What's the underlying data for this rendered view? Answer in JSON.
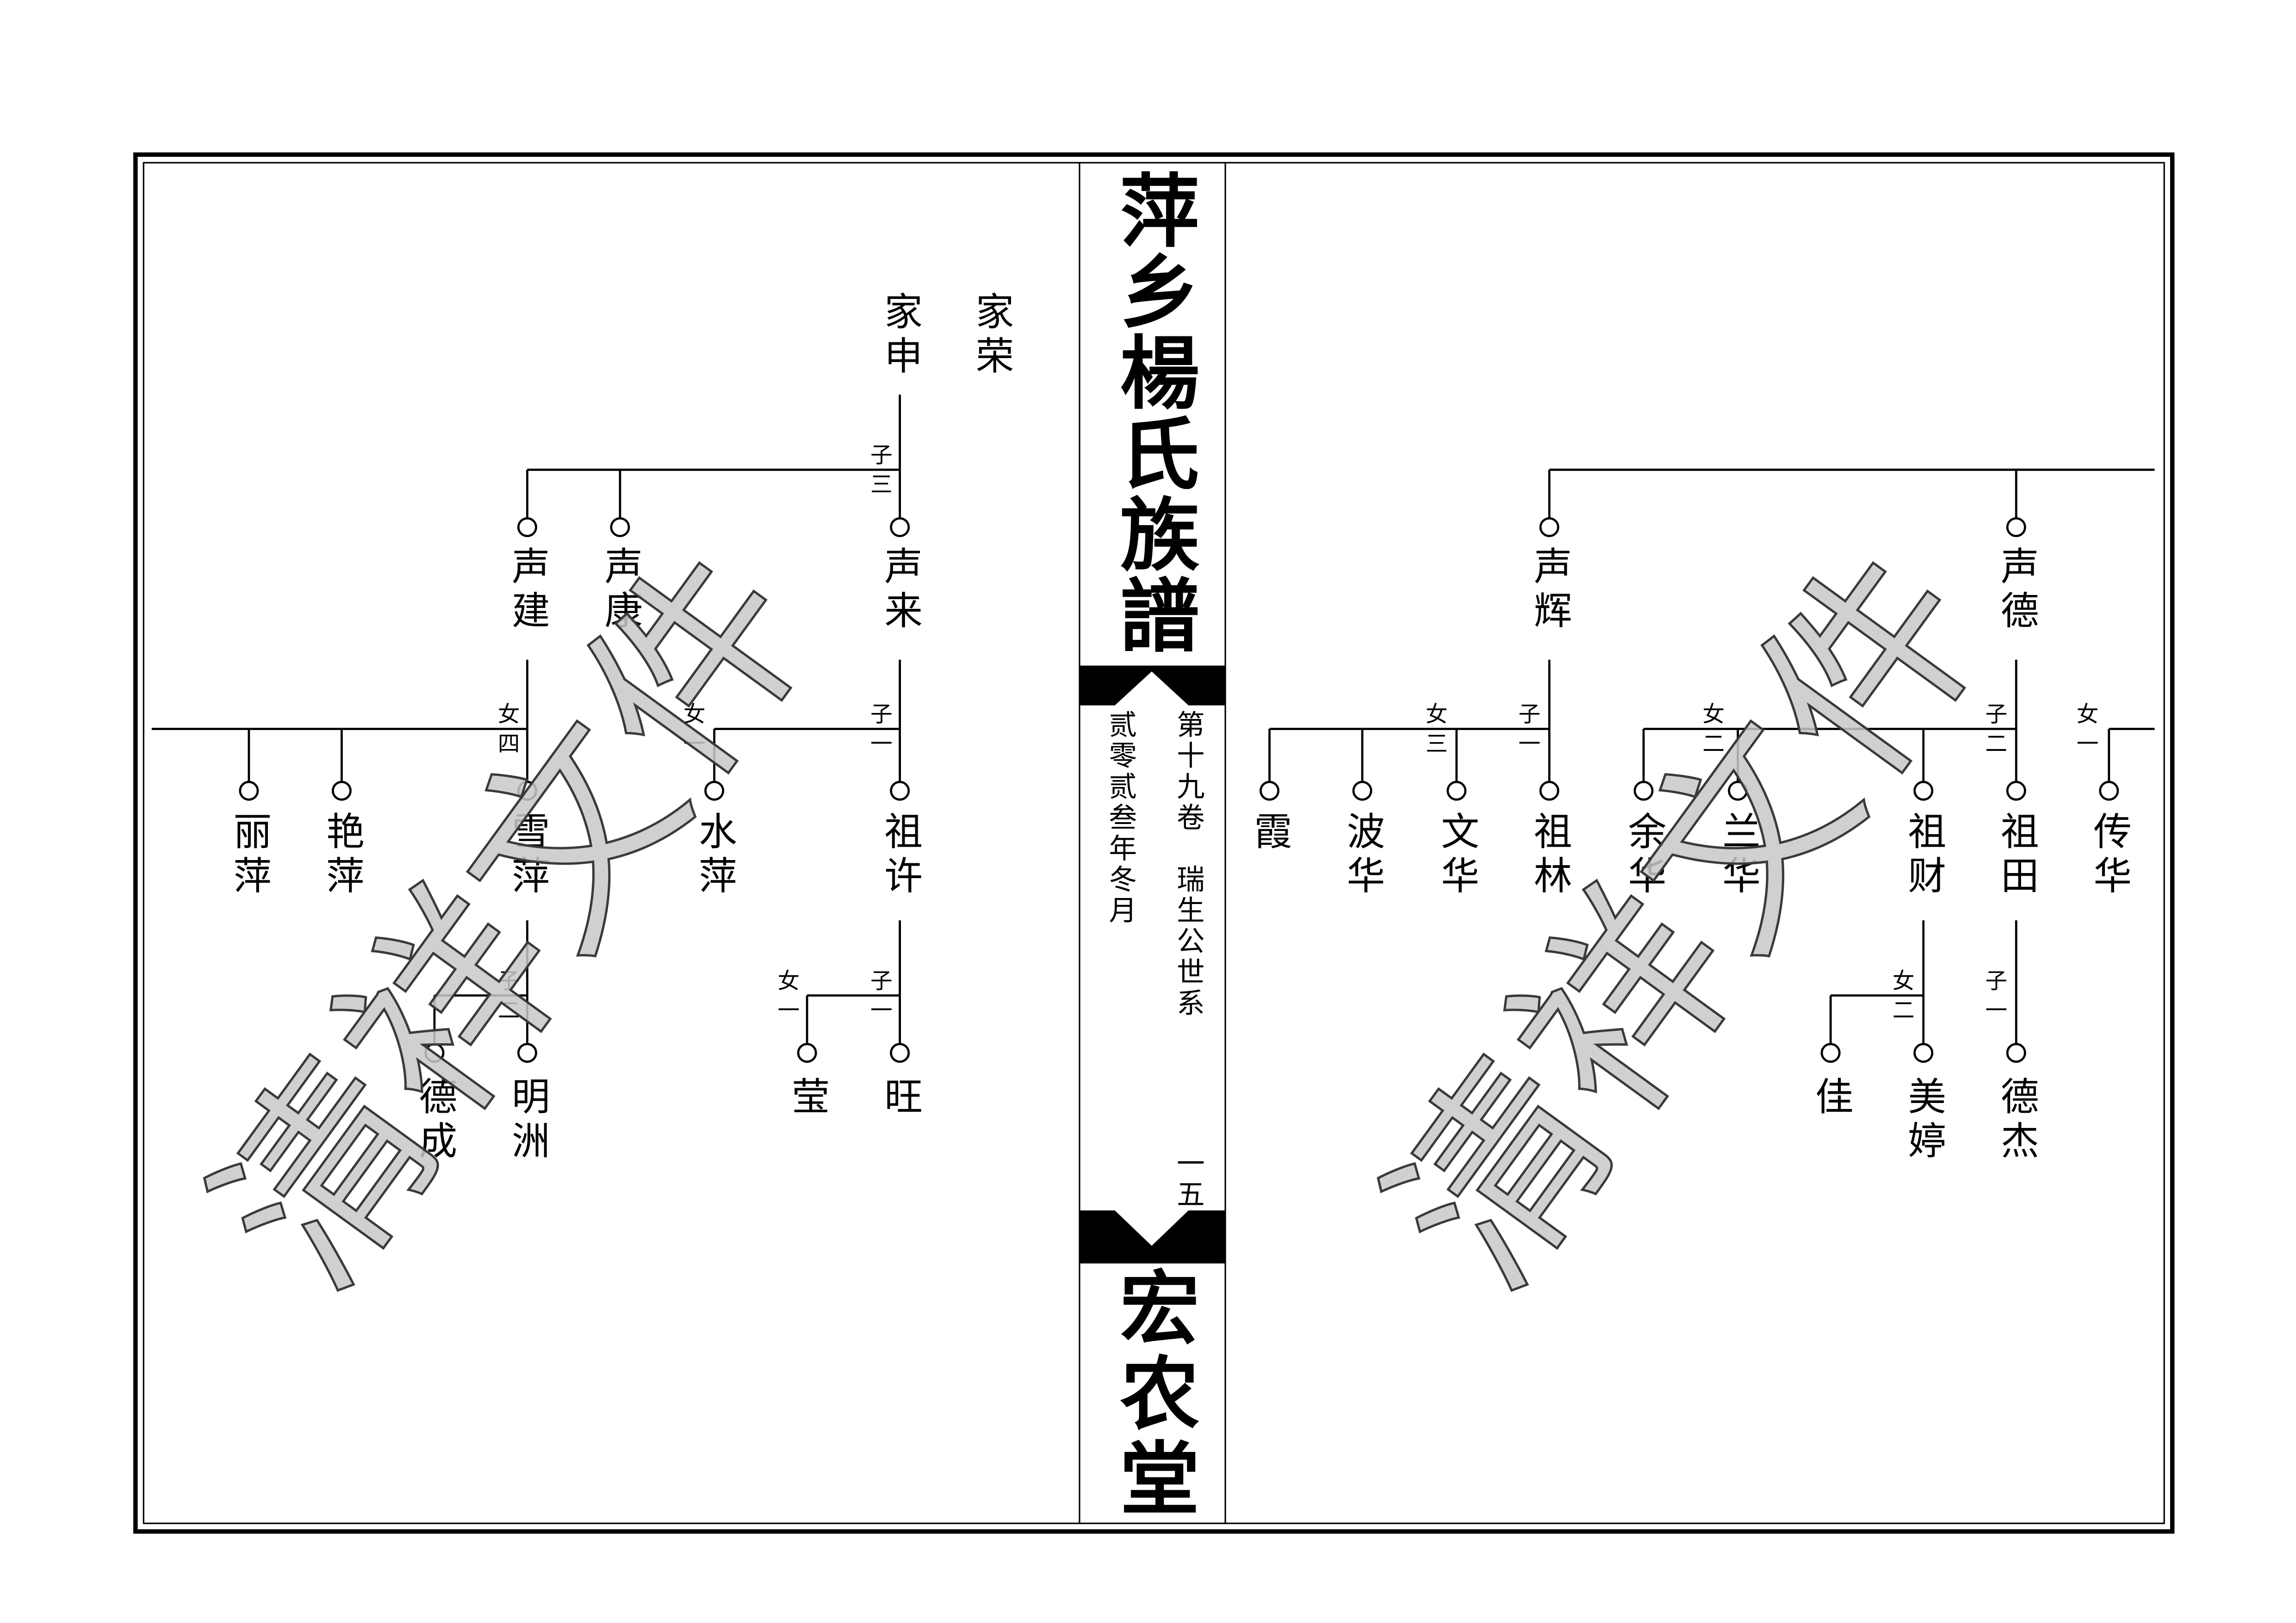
{
  "spine": {
    "title": "萍乡楊氏族譜",
    "volume": "第十九卷　瑞生公世系",
    "date": "贰零贰叁年冬月",
    "page_number": "一五",
    "hall_name": "宏农堂"
  },
  "watermark": "清祥文件",
  "left_page": {
    "names": [
      "家荣",
      "家申",
      "声建",
      "声康",
      "声来",
      "丽萍",
      "艳萍",
      "雪萍",
      "水萍",
      "祖许",
      "德成",
      "明洲",
      "莹",
      "旺"
    ],
    "labels": [
      "子三",
      "女四",
      "女一",
      "子一",
      "子二",
      "女一",
      "子一"
    ]
  },
  "right_page": {
    "names": [
      "声辉",
      "声德",
      "霞",
      "波华",
      "文华",
      "祖林",
      "余华",
      "兰华",
      "祖财",
      "祖田",
      "传华",
      "佳",
      "美婷",
      "德杰"
    ],
    "labels": [
      "女三",
      "子一",
      "女二",
      "子二",
      "女一",
      "女二",
      "子一"
    ]
  }
}
